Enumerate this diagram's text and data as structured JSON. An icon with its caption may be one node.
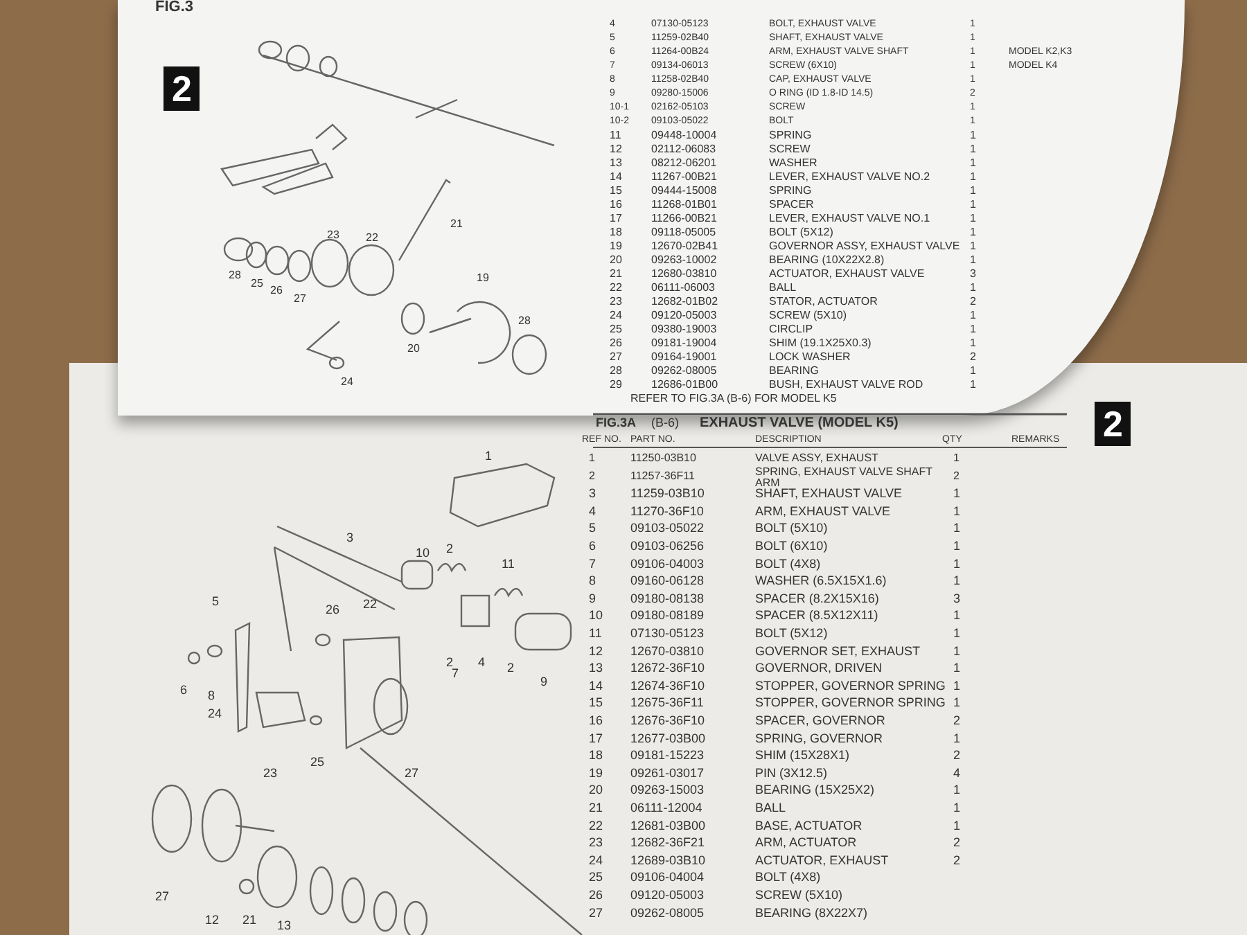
{
  "diagram": {
    "labels": [
      "FIG.3",
      "2",
      "21",
      "23",
      "22",
      "28",
      "25",
      "26",
      "27",
      "19",
      "28",
      "20",
      "24",
      "4",
      "07130-05123",
      "BOLT, EXHAUST VALVE",
      "1",
      "5",
      "11259-02B40",
      "SHAFT, EXHAUST VALVE",
      "1",
      "6",
      "11264-00B24",
      "ARM, EXHAUST VALVE SHAFT",
      "1",
      "7",
      "09134-06013",
      "SCREW (6X10)",
      "1",
      "8",
      "11258-02B40",
      "CAP, EXHAUST VALVE",
      "1",
      "9",
      "09280-15006",
      "O RING (ID 1.8-ID 14.5)",
      "2",
      "10-1",
      "02162-05103",
      "SCREW",
      "1",
      "10-2",
      "09103-05022",
      "BOLT",
      "1",
      "11",
      "09448-10004",
      "SPRING",
      "1",
      "12",
      "02112-06083",
      "SCREW",
      "1",
      "13",
      "08212-06201",
      "WASHER",
      "1",
      "14",
      "11267-00B21",
      "LEVER, EXHAUST VALVE NO.2",
      "1",
      "15",
      "09444-15008",
      "SPRING",
      "1",
      "16",
      "11268-01B01",
      "SPACER",
      "1",
      "17",
      "11266-00B21",
      "LEVER, EXHAUST VALVE NO.1",
      "1",
      "18",
      "09118-05005",
      "BOLT (5X12)",
      "1",
      "19",
      "12670-02B41",
      "GOVERNOR ASSY, EXHAUST VALVE",
      "1",
      "20",
      "09263-10002",
      "BEARING (10X22X2.8)",
      "1",
      "21",
      "12680-03810",
      "ACTUATOR, EXHAUST VALVE",
      "3",
      "22",
      "06111-06003",
      "BALL",
      "1",
      "23",
      "12682-01B02",
      "STATOR, ACTUATOR",
      "2",
      "24",
      "09120-05003",
      "SCREW (5X10)",
      "1",
      "25",
      "09380-19003",
      "CIRCLIP",
      "1",
      "26",
      "09181-19004",
      "SHIM (19.1X25X0.3)",
      "1",
      "27",
      "09164-19001",
      "LOCK WASHER",
      "2",
      "28",
      "09262-08005",
      "BEARING",
      "1",
      "29",
      "12686-01B00",
      "BUSH, EXHAUST VALVE ROD",
      "1",
      "MODEL K2,K3",
      "MODEL K4",
      "REFER TO FIG.3A (B-6) FOR MODEL K5",
      "FIG.3A",
      "(B-6)",
      "EXHAUST VALVE (MODEL K5)",
      "2",
      "REF NO.",
      "PART NO.",
      "DESCRIPTION",
      "QTY",
      "REMARKS",
      "1",
      "11250-03B10",
      "VALVE ASSY, EXHAUST",
      "1",
      "2",
      "11257-36F11",
      "SPRING, EXHAUST VALVE SHAFT ARM",
      "2",
      "3",
      "11259-03B10",
      "SHAFT, EXHAUST VALVE",
      "1",
      "4",
      "11270-36F10",
      "ARM, EXHAUST VALVE",
      "1",
      "5",
      "09103-05022",
      "BOLT (5X10)",
      "1",
      "6",
      "09103-06256",
      "BOLT (6X10)",
      "1",
      "7",
      "09106-04003",
      "BOLT (4X8)",
      "1",
      "8",
      "09160-06128",
      "WASHER (6.5X15X1.6)",
      "1",
      "9",
      "09180-08138",
      "SPACER (8.2X15X16)",
      "3",
      "10",
      "09180-08189",
      "SPACER (8.5X12X11)",
      "1",
      "11",
      "07130-05123",
      "BOLT (5X12)",
      "1",
      "12",
      "12670-03810",
      "GOVERNOR SET, EXHAUST",
      "1",
      "13",
      "12672-36F10",
      "GOVERNOR, DRIVEN",
      "1",
      "14",
      "12674-36F10",
      "STOPPER, GOVERNOR SPRING",
      "1",
      "15",
      "12675-36F11",
      "STOPPER, GOVERNOR SPRING",
      "1",
      "16",
      "12676-36F10",
      "SPACER, GOVERNOR",
      "2",
      "17",
      "12677-03B00",
      "SPRING, GOVERNOR",
      "1",
      "18",
      "09181-15223",
      "SHIM (15X28X1)",
      "2",
      "19",
      "09261-03017",
      "PIN (3X12.5)",
      "4",
      "20",
      "09263-15003",
      "BEARING (15X25X2)",
      "1",
      "21",
      "06111-12004",
      "BALL",
      "1",
      "22",
      "12681-03B00",
      "BASE, ACTUATOR",
      "1",
      "23",
      "12682-36F21",
      "ARM, ACTUATOR",
      "2",
      "24",
      "12689-03B10",
      "ACTUATOR, EXHAUST",
      "2",
      "25",
      "09106-04004",
      "BOLT (4X8)",
      "26",
      "09120-05003",
      "SCREW (5X10)",
      "27",
      "09262-08005",
      "BEARING (8X22X7)",
      "1",
      "3",
      "10",
      "2",
      "11",
      "5",
      "26",
      "22",
      "2",
      "4",
      "7",
      "2",
      "9",
      "6",
      "8",
      "24",
      "23",
      "25",
      "27",
      "27",
      "12",
      "21",
      "13"
    ]
  }
}
